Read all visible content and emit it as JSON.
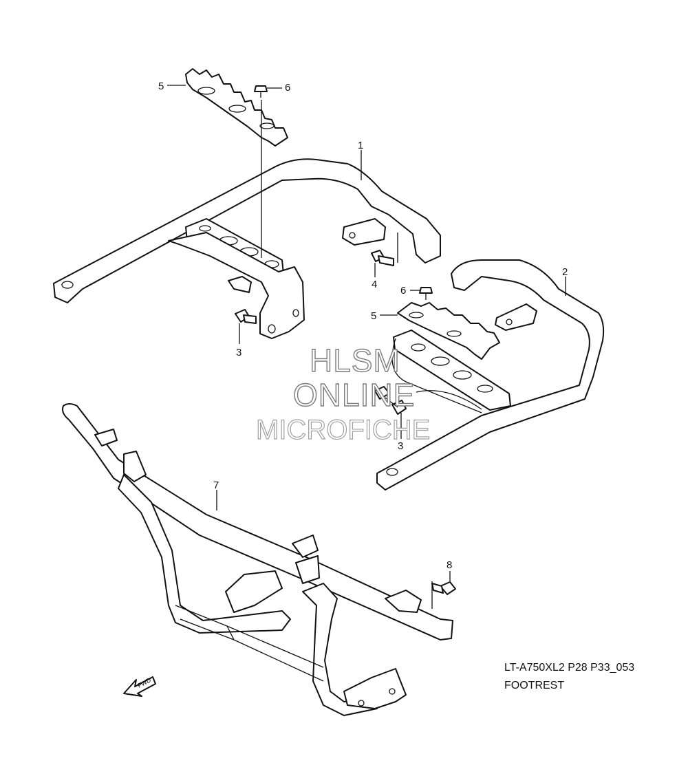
{
  "callouts": {
    "c1": "1",
    "c2": "2",
    "c3a": "3",
    "c3b": "3",
    "c4": "4",
    "c5a": "5",
    "c5b": "5",
    "c6a": "6",
    "c6b": "6",
    "c7": "7",
    "c8": "8"
  },
  "watermark": {
    "line1": "HLSM",
    "line2": "ONLINE",
    "line3": "MICROFICHE"
  },
  "fwd_label": "FWD",
  "caption": {
    "code": "LT-A750XL2 P28 P33_053",
    "title": "FOOTREST"
  }
}
